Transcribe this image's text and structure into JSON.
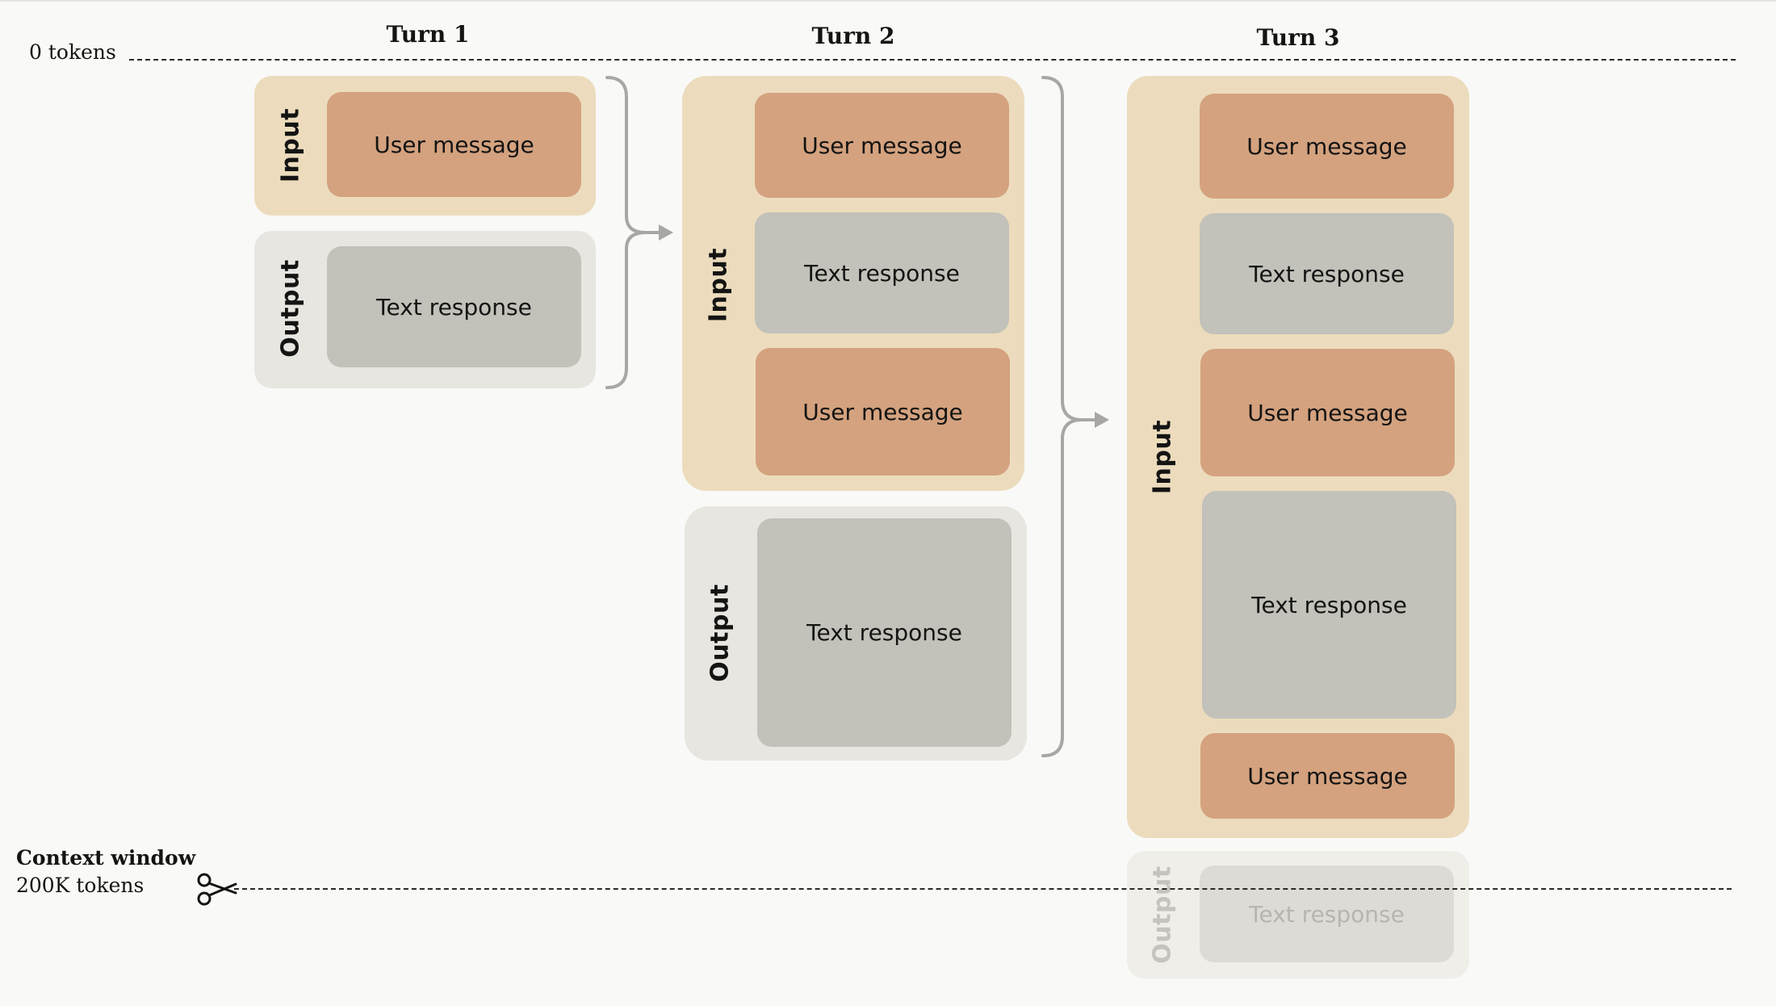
{
  "diagram": {
    "top_label": "0 tokens",
    "context_window": {
      "title": "Context window",
      "size": "200K tokens"
    },
    "turns": [
      {
        "title": "Turn 1",
        "input_label": "Input",
        "output_label": "Output",
        "input_messages": [
          "User message"
        ],
        "output_messages": [
          "Text response"
        ]
      },
      {
        "title": "Turn 2",
        "input_label": "Input",
        "output_label": "Output",
        "input_messages": [
          "User message",
          "Text response",
          "User message"
        ],
        "output_messages": [
          "Text response"
        ]
      },
      {
        "title": "Turn 3",
        "input_label": "Input",
        "output_label": "Output",
        "input_messages": [
          "User message",
          "Text response",
          "User message",
          "Text response",
          "User message"
        ],
        "output_messages": [
          "Text response"
        ]
      }
    ]
  },
  "colors": {
    "input_panel": "#ecdcbd",
    "output_panel": "#e8e6e0",
    "user_message": "#d4a27f",
    "text_response": "#c2c1ba",
    "arrow": "#a8a7a3"
  }
}
